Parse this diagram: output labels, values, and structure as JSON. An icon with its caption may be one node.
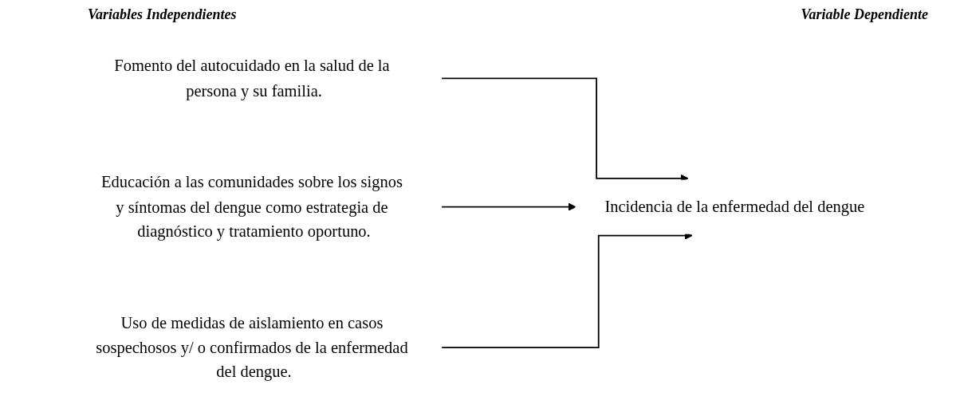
{
  "diagram": {
    "nodes": [
      {
        "text": [
          "Fomento del autocuidado en la salud de la persona y su familia."
        ]
      },
      {
        "text": [
          "Educación a las comunidades sobre los signos y síntomas del dengue como estrategia de diagnóstico y tratamiento oportuno."
        ]
      },
      {
        "text": [
          "Uso de medidas de aislamiento en casos sospechosos y/ o confirmados de la enfermedad del dengue."
        ]
      },
      {
        "text": [
          "Incidencia de la enfermedad del dengue"
        ]
      }
    ],
    "edges": [
      {
        "from": 0,
        "to": 3,
        "arrow": "to"
      },
      {
        "from": 1,
        "to": 3,
        "arrow": "to"
      },
      {
        "from": 2,
        "to": 3,
        "arrow": "to"
      }
    ],
    "labels": [
      "Variables Independientes",
      "Variable Dependiente"
    ]
  }
}
